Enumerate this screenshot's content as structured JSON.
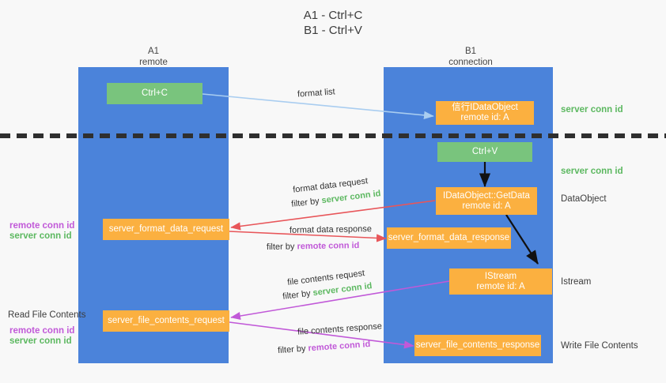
{
  "title": {
    "line1": "A1 - Ctrl+C",
    "line2": "B1 - Ctrl+V"
  },
  "columns": [
    {
      "name": "A1",
      "sub": "remote"
    },
    {
      "name": "B1",
      "sub": "connection"
    }
  ],
  "colors": {
    "lane": "#4b83da",
    "green_box": "#79c47d",
    "orange_box": "#fbb040",
    "server_conn_id": "#5cb860",
    "remote_conn_id": "#c159d8",
    "arrow_blue": "#a9cdf0",
    "arrow_red": "#e8565a",
    "arrow_magenta": "#c159d8",
    "arrow_black": "#111111",
    "dash": "#2f2f2f"
  },
  "boxes": {
    "ctrl_c": {
      "line1": "Ctrl+C"
    },
    "ctrl_v": {
      "line1": "Ctrl+V"
    },
    "idataobject": {
      "line1": "信行IDataObject",
      "line2": "remote id: A"
    },
    "getdata": {
      "line1": "IDataObject::GetData",
      "line2": "remote id: A"
    },
    "istream": {
      "line1": "IStream",
      "line2": "remote id: A"
    },
    "server_format_data_request": {
      "line1": "server_format_data_request"
    },
    "server_format_data_response": {
      "line1": "server_format_data_response"
    },
    "server_file_contents_request": {
      "line1": "server_file_contents_request"
    },
    "server_file_contents_response": {
      "line1": "server_file_contents_response"
    }
  },
  "right_labels": {
    "server_conn_id_top": "server conn id",
    "server_conn_id_mid": "server conn id",
    "dataobject": "DataObject",
    "istream": "Istream",
    "write_file_contents": "Write File Contents"
  },
  "left_labels": {
    "format_remote": "remote conn id",
    "format_server": "server conn id",
    "read_file_contents": "Read File Contents",
    "file_remote": "remote conn id",
    "file_server": "server conn id"
  },
  "mid_labels": {
    "format_list": "format list",
    "format_data_request": "format data request",
    "format_data_request_filter_pre": "filter by ",
    "format_data_request_filter_val": "server conn id",
    "format_data_response": "format data response",
    "format_data_response_filter_pre": "filter by ",
    "format_data_response_filter_val": "remote conn id",
    "file_contents_request": "file contents request",
    "file_contents_request_filter_pre": "filter by ",
    "file_contents_request_filter_val": "server conn id",
    "file_contents_response": "file contents response",
    "file_contents_response_filter_pre": "filter by ",
    "file_contents_response_filter_val": "remote conn id"
  }
}
